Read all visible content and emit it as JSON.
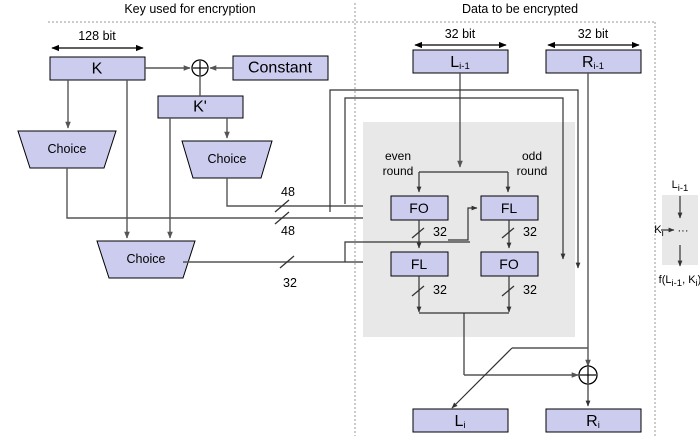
{
  "figure": {
    "title_left": "Key used for encryption",
    "title_right": "Data to be encrypted"
  },
  "key_side": {
    "dim_label": "128 bit",
    "k_box": "K",
    "constant_box": "Constant",
    "kprime_box": "K'",
    "xor_symbol": "⊕",
    "choice_1": "Choice",
    "choice_2": "Choice",
    "choice_3": "Choice",
    "wire_48_a": "48",
    "wire_48_b": "48",
    "wire_32": "32"
  },
  "data_side": {
    "dim_label_left": "32 bit",
    "dim_label_right": "32 bit",
    "l_in": "L",
    "l_in_sub": "i-1",
    "r_in": "R",
    "r_in_sub": "i-1",
    "even_round_line1": "even",
    "even_round_line2": "round",
    "odd_round_line1": "odd",
    "odd_round_line2": "round",
    "fo_top": "FO",
    "fl_top": "FL",
    "fl_bottom": "FL",
    "fo_bottom": "FO",
    "wire_32_fo_top": "32",
    "wire_32_fl_top": "32",
    "wire_32_fl_bottom": "32",
    "wire_32_fo_bottom": "32",
    "xor_symbol": "⊕",
    "l_out": "L",
    "l_out_sub": "i",
    "r_out": "R",
    "r_out_sub": "i"
  },
  "legend": {
    "input_label": "L",
    "input_sub": "i-1",
    "key_label": "K",
    "key_sub": "i",
    "ellipsis": "···",
    "output_prefix": "f(L",
    "output_sub1": "i-1",
    "output_mid": ", K",
    "output_sub2": "i",
    "output_suffix": ")"
  },
  "colors": {
    "node_fill": "#ccccee",
    "node_stroke": "#000000",
    "gray_zone": "#e8e8e8",
    "wire": "#555555",
    "background": "#ffffff"
  }
}
